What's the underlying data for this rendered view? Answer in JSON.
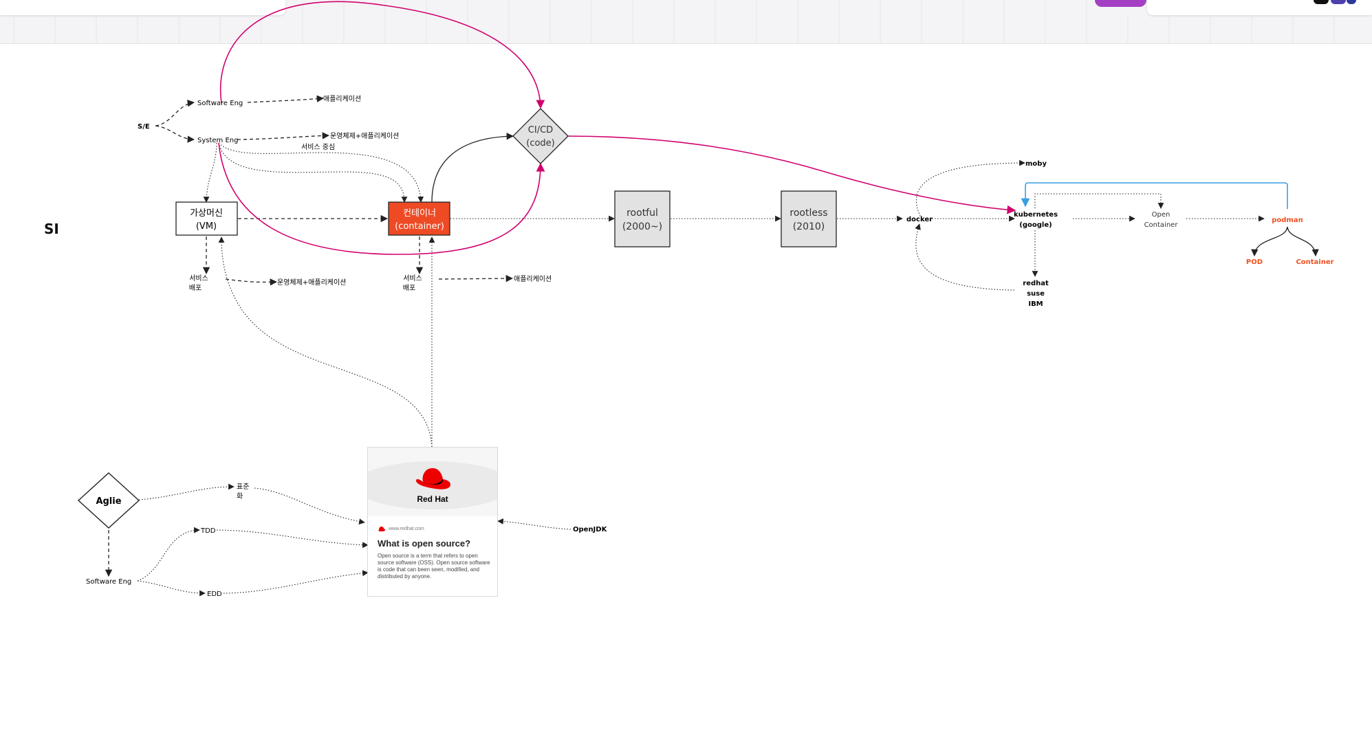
{
  "board": {
    "title": "SI"
  },
  "nodes": {
    "se": "S/E",
    "software_eng": "Software Eng",
    "system_eng": "System Eng",
    "application_1": "애플리케이션",
    "os_app_1": "운영체제+애플리케이션",
    "service_centric": "서비스 중심",
    "vm_line1": "가상머신",
    "vm_line2": "(VM)",
    "container_line1": "컨테이너",
    "container_line2": "(container)",
    "cicd_line1": "CI/CD",
    "cicd_line2": "(code)",
    "rootful_line1": "rootful",
    "rootful_line2": "(2000~)",
    "rootless_line1": "rootless",
    "rootless_line2": "(2010)",
    "docker": "docker",
    "moby": "moby",
    "kubernetes_line1": "kubernetes",
    "kubernetes_line2": "(google)",
    "open_container_line1": "Open",
    "open_container_line2": "Container",
    "podman": "podman",
    "pod": "POD",
    "container_leaf": "Container",
    "redhat": "redhat",
    "suse": "suse",
    "ibm": "IBM",
    "vm_deploy_line1": "서비스",
    "vm_deploy_line2": "배포",
    "os_app_2": "운영체제+애플리케이션",
    "container_deploy_line1": "서비스",
    "container_deploy_line2": "배포",
    "application_2": "애플리케이션",
    "agile": "Aglie",
    "software_eng_2": "Software Eng",
    "standard_line1": "표준",
    "standard_line2": "화",
    "tdd": "TDD",
    "edd": "EDD",
    "openjdk": "OpenJDK"
  },
  "redhat_card": {
    "logo_text": "Red Hat",
    "site": "www.redhat.com",
    "title": "What is open source?",
    "description": "Open source is a term that refers to open source software (OSS). Open source software is code that can been seen, modified, and distributed by anyone."
  },
  "colors": {
    "container_fill": "#ee4a24",
    "magenta_arrow": "#d1006f",
    "blue_arrow": "#3a9ee2",
    "podman_text": "#f0501f",
    "badge": "#a43fc4",
    "redhat_red": "#ee0000"
  },
  "icons": {
    "redhat_logo": "redhat-hat-icon"
  }
}
